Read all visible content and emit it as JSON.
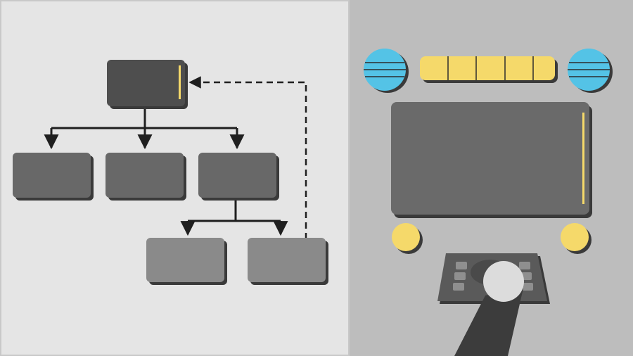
{
  "colors": {
    "left_bg": "#e5e5e5",
    "right_bg": "#bdbdbd",
    "root_box": "#4e4e4e",
    "mid_box": "#686868",
    "leaf_box": "#8a8a8a",
    "shadow": "#3a3a3a",
    "arrow": "#1f1f1f",
    "accent_yellow": "#f5d96a",
    "accent_blue": "#54c3e6",
    "screen": "#6a6a6a",
    "console": "#5a5a5a",
    "trackball": "#dcdcdc",
    "arm": "#3c3c3c"
  },
  "diagram": {
    "nodes": [
      {
        "id": "root",
        "level": 0,
        "label": ""
      },
      {
        "id": "child-1",
        "level": 1,
        "label": ""
      },
      {
        "id": "child-2",
        "level": 1,
        "label": ""
      },
      {
        "id": "child-3",
        "level": 1,
        "label": ""
      },
      {
        "id": "grandchild-1",
        "level": 2,
        "label": ""
      },
      {
        "id": "grandchild-2",
        "level": 2,
        "label": ""
      }
    ],
    "edges": [
      {
        "from": "root",
        "to": "child-1",
        "style": "solid"
      },
      {
        "from": "root",
        "to": "child-2",
        "style": "solid"
      },
      {
        "from": "root",
        "to": "child-3",
        "style": "solid"
      },
      {
        "from": "child-3",
        "to": "grandchild-1",
        "style": "solid"
      },
      {
        "from": "child-3",
        "to": "grandchild-2",
        "style": "solid"
      },
      {
        "from": "grandchild-2",
        "to": "root",
        "style": "dashed"
      }
    ]
  },
  "device": {
    "indicator_lights": [
      "blue",
      "blue"
    ],
    "segment_bar_segments": 5,
    "side_buttons": [
      "yellow",
      "yellow"
    ],
    "console_keys_per_side": 3,
    "icons": [
      "trackball-icon",
      "segment-display-icon"
    ]
  }
}
